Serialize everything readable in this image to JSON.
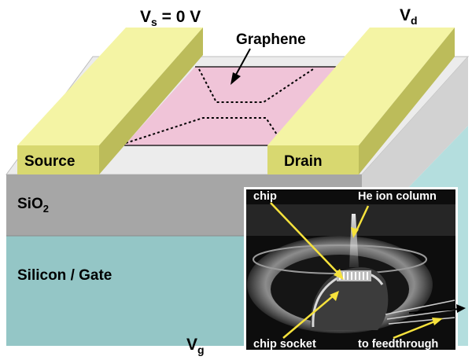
{
  "labels": {
    "vs": "V",
    "vs_sub": "s",
    "vs_value": " = 0 V",
    "vd": "V",
    "vd_sub": "d",
    "vg": "V",
    "vg_sub": "g",
    "graphene": "Graphene",
    "source": "Source",
    "drain": "Drain",
    "sio2": "SiO",
    "sio2_sub": "2",
    "silicon": "Silicon / Gate"
  },
  "inset": {
    "chip": "chip",
    "he_ion_column": "He ion column",
    "chip_socket": "chip socket",
    "to_feedthrough": "to feedthrough"
  },
  "colors": {
    "electrode_top": "#f4f4a4",
    "electrode_front": "#d8d870",
    "graphene_fill": "#f0c4d8",
    "sio2": "#a6a6a6",
    "silicon": "#94c6c6",
    "sample_top": "#ececec"
  }
}
